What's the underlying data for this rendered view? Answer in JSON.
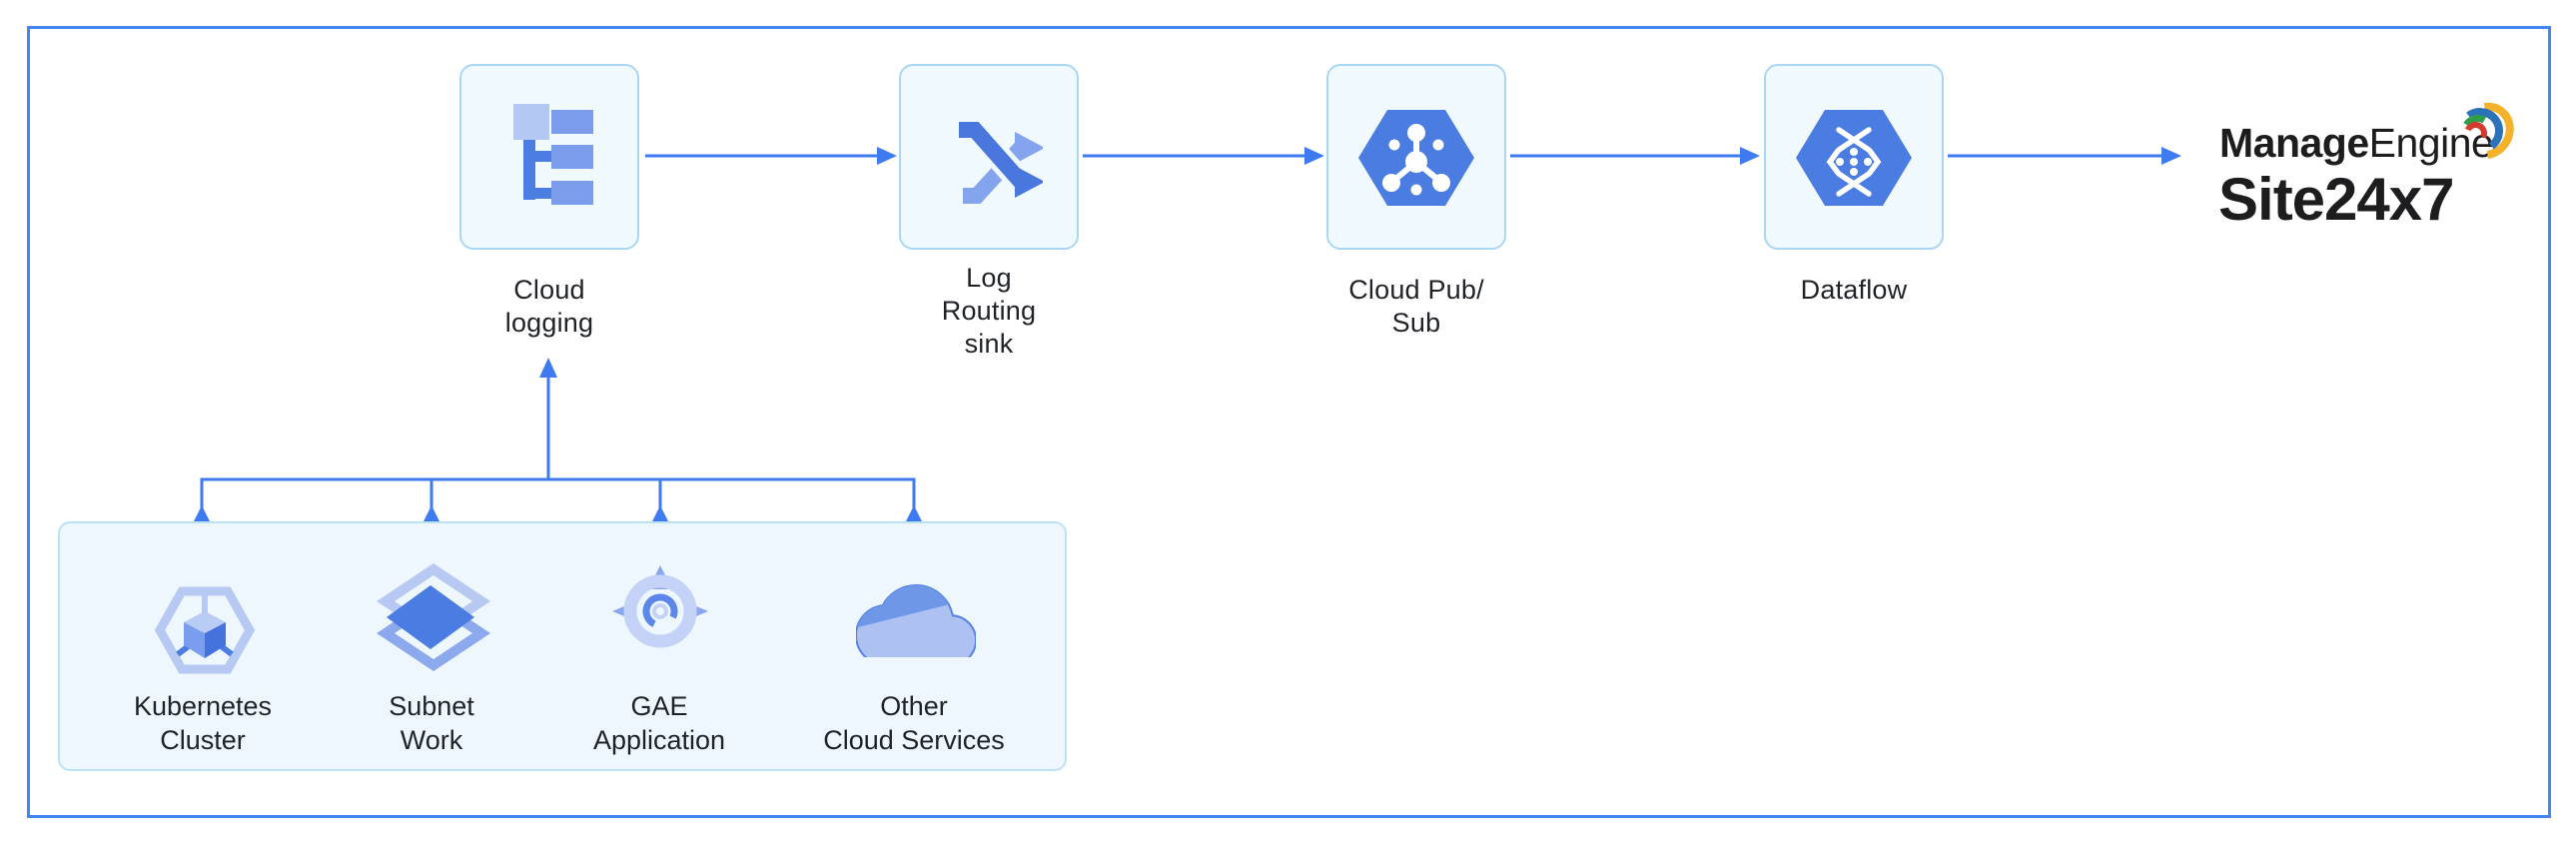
{
  "diagram": {
    "flow_nodes": [
      {
        "label": "Cloud\nlogging",
        "icon": "cloud-logging-icon"
      },
      {
        "label": "Log\nRouting\nsink",
        "icon": "log-routing-sink-icon"
      },
      {
        "label": "Cloud Pub/\nSub",
        "icon": "cloud-pubsub-icon"
      },
      {
        "label": "Dataflow",
        "icon": "dataflow-icon"
      }
    ],
    "sources": [
      {
        "label": "Kubernetes\nCluster",
        "icon": "kubernetes-cluster-icon"
      },
      {
        "label": "Subnet\nWork",
        "icon": "subnet-work-icon"
      },
      {
        "label": "GAE\nApplication",
        "icon": "gae-application-icon"
      },
      {
        "label": "Other\nCloud Services",
        "icon": "other-cloud-services-icon"
      }
    ],
    "destination": {
      "brand_bold": "Manage",
      "brand_regular": "Engine",
      "product": "Site24x7"
    },
    "colors": {
      "frame_border": "#4285f4",
      "arrow": "#3e7bf0",
      "node_box_border": "#a9d7f3",
      "node_box_fill": "#f0f9fe",
      "group_box_border": "#b9e2f6",
      "group_box_fill": "#edf7fd",
      "hexagon_blue": "#4a7ce2",
      "icon_light_blue": "#b3c8f3",
      "icon_medium_blue": "#7b9ceb",
      "icon_dark_blue": "#4c7de3",
      "logo_text": "#1d1d1f",
      "swoosh_red": "#d43a2d",
      "swoosh_green": "#2e9e49",
      "swoosh_blue": "#2c72b9",
      "swoosh_yellow": "#f3b229"
    }
  }
}
